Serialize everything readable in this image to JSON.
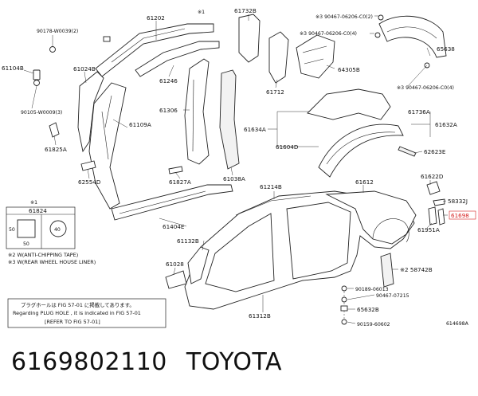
{
  "parts": {
    "p61202": "61202",
    "p61732B": "61732B",
    "star1_top": "※1",
    "p90178": "90178-W0039(2)",
    "p61104B": "61104B",
    "p61024B": "61024B",
    "p61246": "61246",
    "p90105": "90105-W0009(3)",
    "p61109A": "61109A",
    "p61306": "61306",
    "p61825A": "61825A",
    "p62554D": "62554D",
    "p61827A": "61827A",
    "p61038A": "61038A",
    "p61712": "61712",
    "p64305B": "64305B",
    "p65638": "65638",
    "s90467_a": "※3 90467-06206-C0(2)",
    "s90467_b": "※3 90467-06206-C0(4)",
    "s90467_c": "※3 90467-06206-C0(4)",
    "p61736A": "61736A",
    "p61634A": "61634A",
    "p61604D": "61604D",
    "p61632A": "61632A",
    "p62623E": "62623E",
    "p61214B": "61214B",
    "p61612": "61612",
    "p61622D": "61622D",
    "p58332J": "58332J",
    "p61698": "61698",
    "p61951A": "61951A",
    "p61404E": "61404E",
    "p61132B": "61132B",
    "p61028": "61028",
    "p58742B": "※2 58742B",
    "p90189": "90189-06013",
    "p90467_07215": "90467-07215",
    "p65632B": "65632B",
    "p90159": "90159-60602",
    "p61312B": "61312B",
    "fig_id": "614698A"
  },
  "inset": {
    "star": "※1",
    "part": "61824",
    "dim_h": "50",
    "dim_w": "50",
    "dim_d": "40"
  },
  "notes": {
    "n2": "※2 W(ANTI-CHIPPING TAPE)",
    "n3": "※3 W(REAR WHEEL HOUSE LINER)"
  },
  "refbox": {
    "line1": "プラグホールは FIG 57-01 に掲載してあります。",
    "line2": "Regarding PLUG HOLE , it is indicated in FIG 57-01",
    "line3": "[REFER TO FIG 57-01]"
  },
  "caption": {
    "part_number": "6169802110",
    "brand": "TOYOTA"
  },
  "colors": {
    "highlight": "#d61e1e",
    "line": "#222222"
  }
}
